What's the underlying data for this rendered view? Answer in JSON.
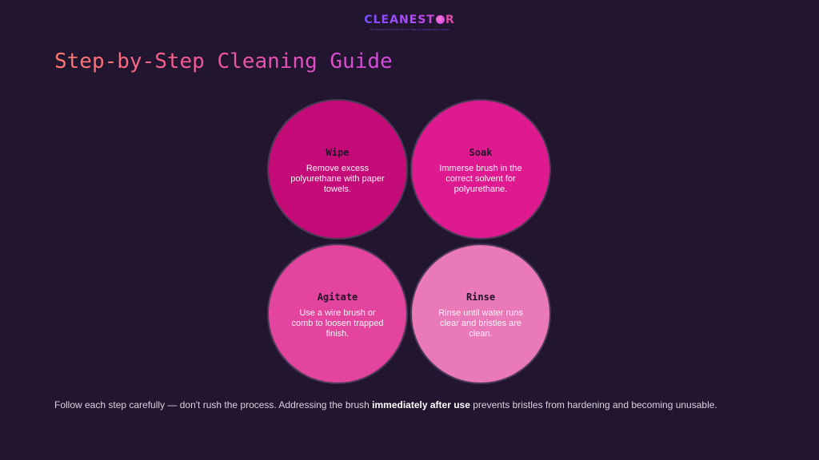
{
  "brand": {
    "name_part1": "CLEANEST",
    "name_part2": "R",
    "tagline": "The Ultimate Source For All Your Cleaning Product Expert Advice"
  },
  "title": "Step-by-Step Cleaning Guide",
  "steps": [
    {
      "title": "Wipe",
      "text": "Remove excess polyurethane with paper towels."
    },
    {
      "title": "Soak",
      "text": "Immerse brush in the correct solvent for polyurethane."
    },
    {
      "title": "Agitate",
      "text": "Use a wire brush or comb to loosen trapped finish."
    },
    {
      "title": "Rinse",
      "text": "Rinse until water runs clear and bristles are clean."
    }
  ],
  "footer": {
    "before": "Follow each step carefully — don't rush the process. Addressing the brush ",
    "bold": "immediately after use",
    "after": " prevents bristles from hardening and becoming unusable."
  },
  "colors": {
    "background": "#221530",
    "wipe": "#c50b78",
    "soak": "#df1a91",
    "agitate": "#e3449e",
    "rinse": "#e979b8"
  }
}
